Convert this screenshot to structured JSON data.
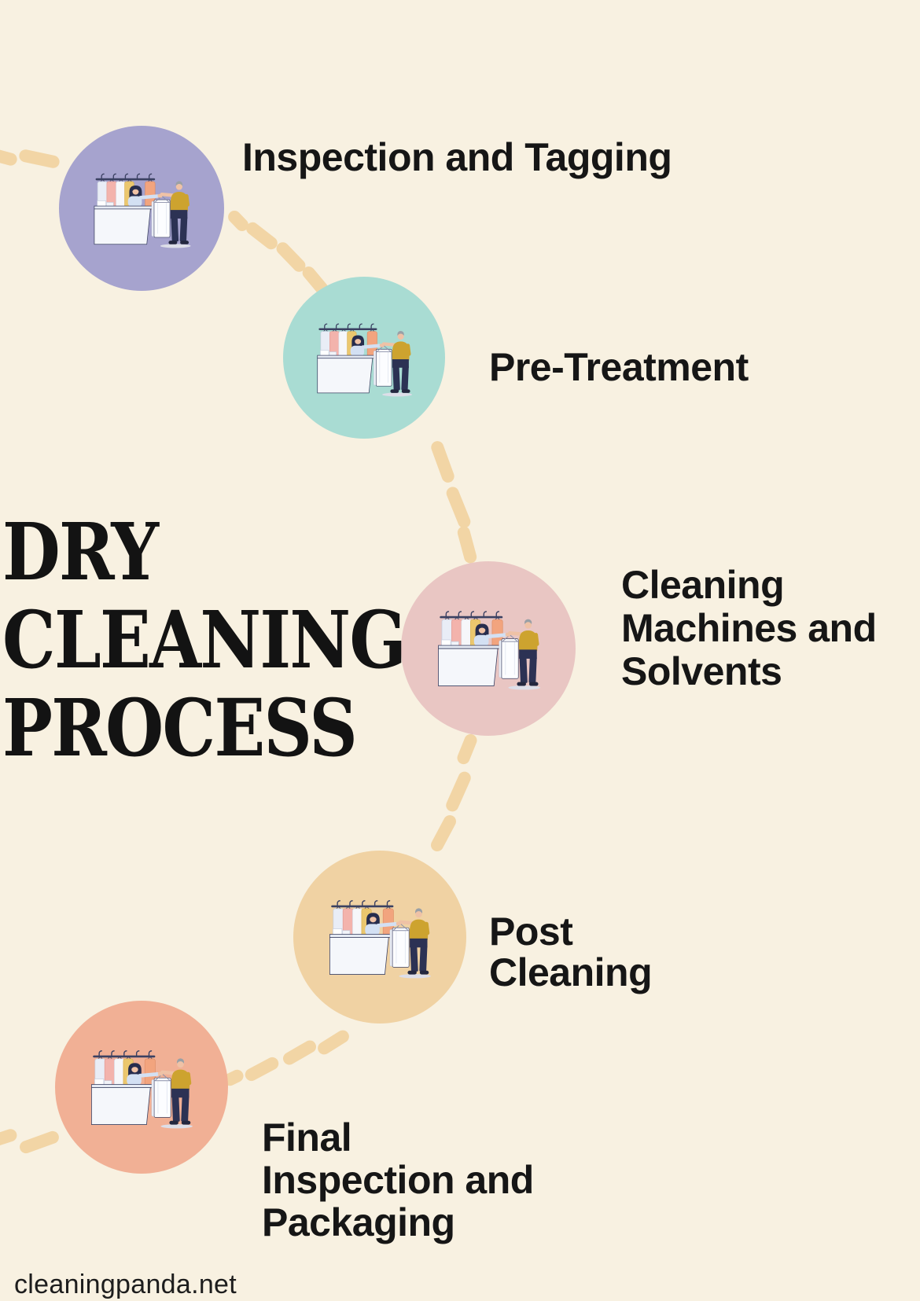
{
  "infographic": {
    "title": "DRY CLEANING PROCESS",
    "title_lines": [
      "DRY",
      "CLEANING",
      "PROCESS"
    ],
    "website": "cleaningpanda.net"
  },
  "steps": [
    {
      "id": 1,
      "label": "Inspection and Tagging",
      "lines": [
        "Inspection and Tagging"
      ],
      "circle_color": "#a6a3ce"
    },
    {
      "id": 2,
      "label": "Pre-Treatment",
      "lines": [
        "Pre-Treatment"
      ],
      "circle_color": "#a9dcd3"
    },
    {
      "id": 3,
      "label": "Cleaning Machines and Solvents",
      "lines": [
        "Cleaning",
        "Machines and",
        "Solvents"
      ],
      "circle_color": "#e9c6c3"
    },
    {
      "id": 4,
      "label": "Post Cleaning",
      "lines": [
        "Post",
        "Cleaning"
      ],
      "circle_color": "#f0d2a3"
    },
    {
      "id": 5,
      "label": "Final Inspection and Packaging",
      "lines": [
        "Final",
        "Inspection and",
        "Packaging"
      ],
      "circle_color": "#f1b095"
    }
  ],
  "colors": {
    "background": "#f8f1e1",
    "dash": "#f2d5a5",
    "text": "#161616",
    "title_text": "#131313"
  },
  "illustration": {
    "name": "dry-cleaner-counter-scene",
    "description": "Attendant behind a counter handing a wrapped garment on a hanger to a customer, clothes rack behind"
  }
}
